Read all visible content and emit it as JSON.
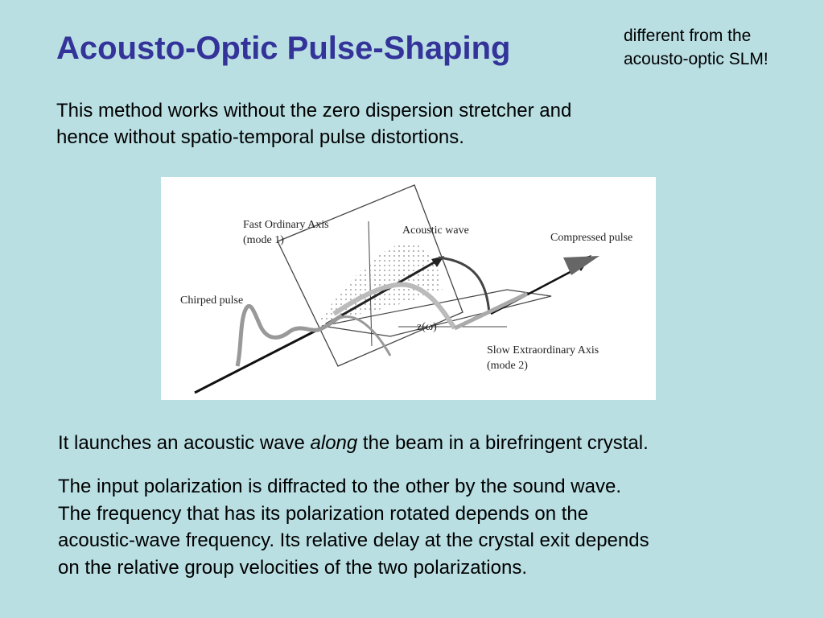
{
  "slide": {
    "title": "Acousto-Optic Pulse-Shaping",
    "note": [
      "different from the",
      "acousto-optic SLM!"
    ],
    "intro": [
      "This method works without the zero dispersion stretcher and",
      "hence without spatio-temporal pulse distortions."
    ],
    "figure": {
      "labels": {
        "fast_axis_line1": "Fast Ordinary Axis",
        "fast_axis_line2": "(mode 1)",
        "acoustic_wave": "Acoustic wave",
        "compressed_pulse": "Compressed pulse",
        "chirped_pulse": "Chirped pulse",
        "z_omega": "z(ω)",
        "slow_axis_line1": "Slow Extraordinary Axis",
        "slow_axis_line2": "(mode 2)"
      }
    },
    "para1": {
      "before": "It launches an acoustic wave ",
      "emph": "along",
      "after": " the beam in a birefringent crystal."
    },
    "para2": [
      "The input polarization is diffracted to the other by the sound wave.",
      "The frequency that has its polarization rotated depends on the",
      "acoustic-wave frequency. Its relative delay at the crystal exit depends",
      "on the relative group velocities of the two polarizations."
    ]
  }
}
